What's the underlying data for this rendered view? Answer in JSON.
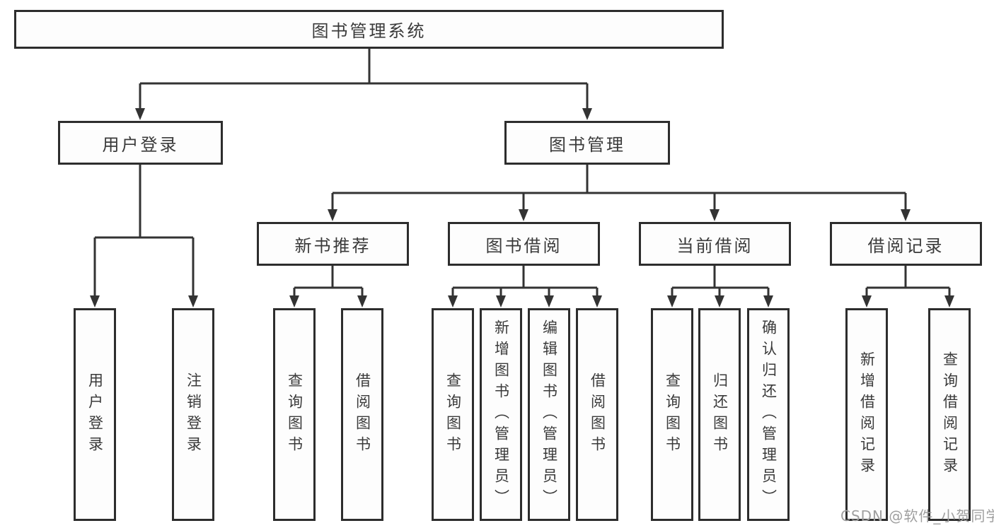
{
  "diagram_title": "图书管理系统",
  "tree": {
    "root": {
      "label": "图书管理系统",
      "children": [
        {
          "label": "用户登录",
          "children": [
            {
              "label": "用户登录"
            },
            {
              "label": "注销登录"
            }
          ]
        },
        {
          "label": "图书管理",
          "children": [
            {
              "label": "新书推荐",
              "children": [
                {
                  "label": "查询图书"
                },
                {
                  "label": "借阅图书"
                }
              ]
            },
            {
              "label": "图书借阅",
              "children": [
                {
                  "label": "查询图书"
                },
                {
                  "label": "新增图书（管理员）"
                },
                {
                  "label": "编辑图书（管理员）"
                },
                {
                  "label": "借阅图书"
                }
              ]
            },
            {
              "label": "当前借阅",
              "children": [
                {
                  "label": "查询图书"
                },
                {
                  "label": "归还图书"
                },
                {
                  "label": "确认归还（管理员）"
                }
              ]
            },
            {
              "label": "借阅记录",
              "children": [
                {
                  "label": "新增借阅记录"
                },
                {
                  "label": "查询借阅记录"
                }
              ]
            }
          ]
        }
      ]
    }
  },
  "watermark": {
    "text": "CSDN @软件_小贺同学",
    "color": "#9f9f9f"
  },
  "colors": {
    "line": "#333333",
    "box_border": "#2d2d2d",
    "box_fill": "#fdfdfd",
    "text": "#3a3a3a",
    "background": "#ffffff"
  }
}
